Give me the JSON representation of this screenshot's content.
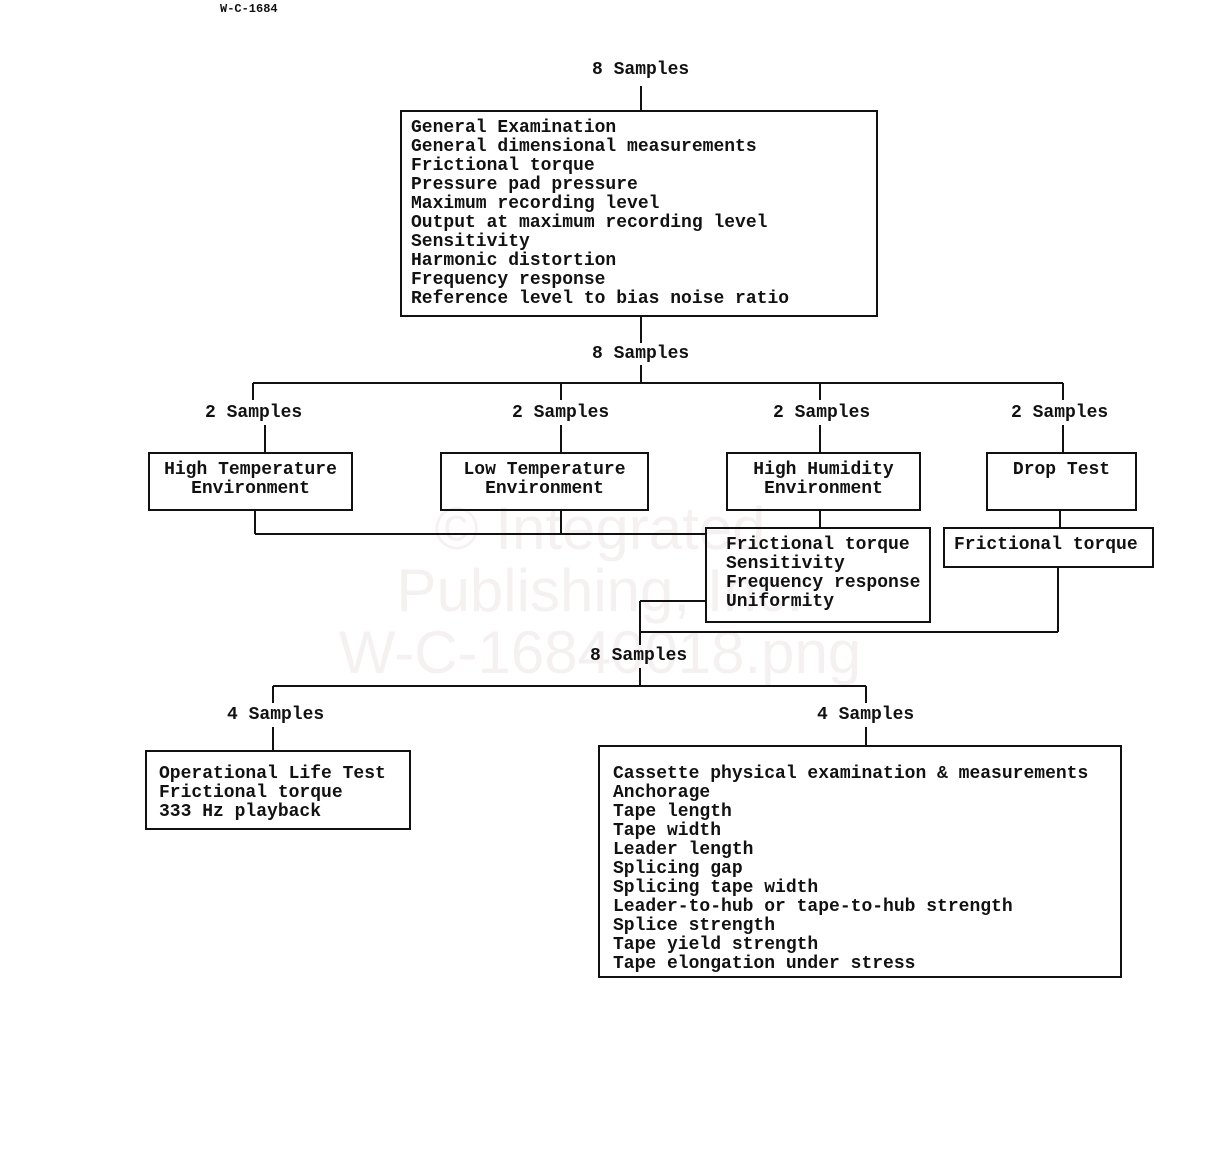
{
  "header": {
    "doc_id": "W-C-1684"
  },
  "watermark": [
    "© Integrated",
    "Publishing, Inc.",
    "W-C-16840018.png"
  ],
  "samples": {
    "top": "8 Samples",
    "after_initial": "8 Samples",
    "branches": [
      "2 Samples",
      "2 Samples",
      "2 Samples",
      "2 Samples"
    ],
    "after_env": "8 Samples",
    "final_branches": [
      "4 Samples",
      "4 Samples"
    ]
  },
  "initial_tests": [
    "General Examination",
    "General dimensional measurements",
    "Frictional torque",
    "Pressure pad pressure",
    "Maximum recording level",
    "Output at maximum recording level",
    "Sensitivity",
    "Harmonic distortion",
    "Frequency response",
    "Reference level to bias noise ratio"
  ],
  "environments": [
    [
      "High Temperature",
      "Environment"
    ],
    [
      "Low Temperature",
      "Environment"
    ],
    [
      "High Humidity",
      "Environment"
    ],
    [
      "Drop Test"
    ]
  ],
  "post_env_tests": [
    "Frictional torque",
    "Sensitivity",
    "Frequency response",
    "Uniformity"
  ],
  "post_drop_tests": [
    "Frictional torque"
  ],
  "life_tests": [
    "Operational Life Test",
    "Frictional torque",
    "333 Hz playback"
  ],
  "cassette_tests": [
    "Cassette physical examination & measurements",
    "Anchorage",
    "Tape length",
    "Tape width",
    "Leader length",
    "Splicing gap",
    "Splicing tape width",
    "Leader-to-hub or tape-to-hub strength",
    "Splice strength",
    "Tape yield strength",
    "Tape elongation under stress"
  ]
}
